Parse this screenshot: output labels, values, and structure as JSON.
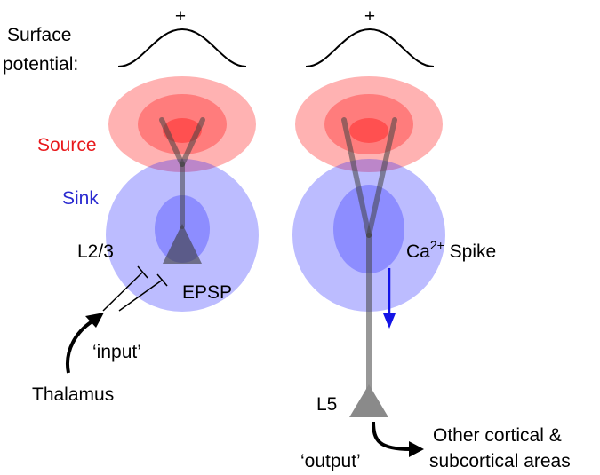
{
  "labels": {
    "surface_line1": "Surface",
    "surface_line2": "potential:",
    "plus_left": "+",
    "plus_right": "+",
    "source": "Source",
    "sink": "Sink",
    "l23": "L2/3",
    "epsp": "EPSP",
    "input": "‘input’",
    "thalamus": "Thalamus",
    "ca_base": "Ca",
    "ca_sup": "2+",
    "spike": " Spike",
    "l5": "L5",
    "output": "‘output’",
    "other_line1": "Other cortical &",
    "other_line2": "subcortical areas"
  },
  "colors": {
    "source_red": "#e8191c",
    "sink_blue": "#2a2ad0",
    "arrow_blue": "#1414e6",
    "neuron_gray": "#8a8a8a"
  }
}
